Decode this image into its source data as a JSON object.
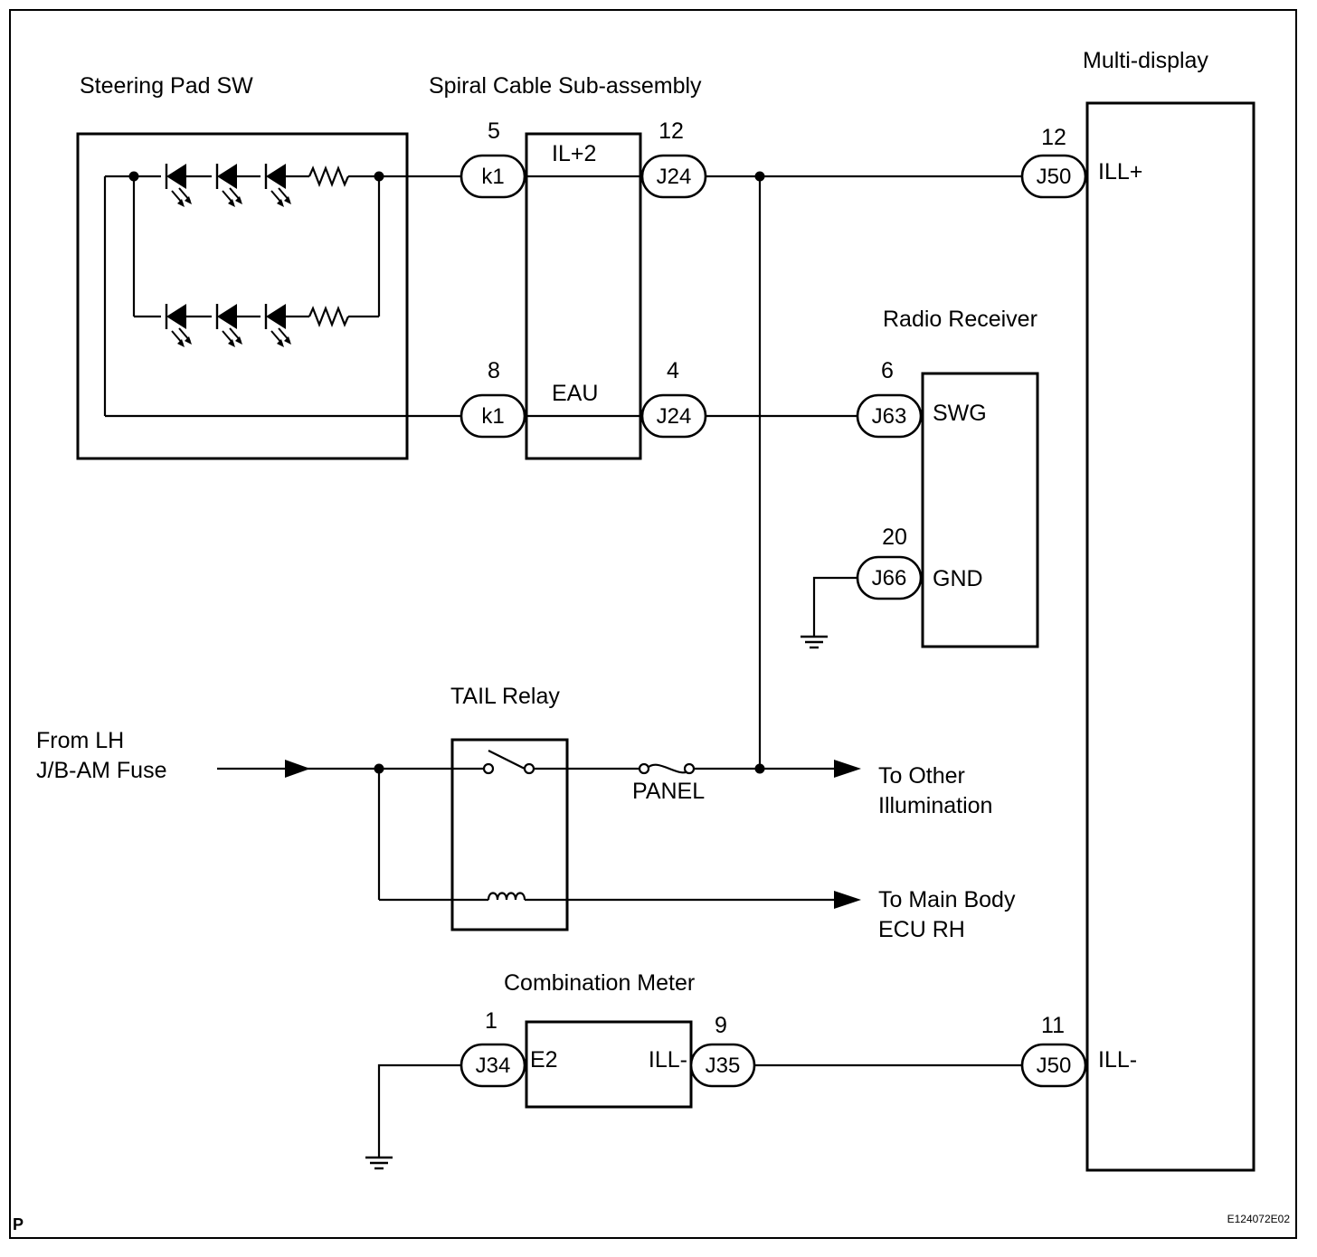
{
  "components": {
    "steering_pad_sw": "Steering Pad SW",
    "spiral_cable": "Spiral Cable Sub-assembly",
    "multi_display": "Multi-display",
    "radio_receiver": "Radio Receiver",
    "tail_relay": "TAIL Relay",
    "combination_meter": "Combination Meter"
  },
  "source": {
    "line1": "From LH",
    "line2": "J/B-AM Fuse"
  },
  "fuse": "PANEL",
  "destinations": {
    "other_illum": {
      "line1": "To Other",
      "line2": "Illumination"
    },
    "main_body": {
      "line1": "To Main Body",
      "line2": "ECU RH"
    }
  },
  "connectors": {
    "k1_top": {
      "code": "k1",
      "pin": "5"
    },
    "k1_bottom": {
      "code": "k1",
      "pin": "8"
    },
    "j24_top": {
      "code": "J24",
      "pin": "12"
    },
    "j24_bottom": {
      "code": "J24",
      "pin": "4"
    },
    "j50_top": {
      "code": "J50",
      "pin": "12"
    },
    "j50_bottom": {
      "code": "J50",
      "pin": "11"
    },
    "j63": {
      "code": "J63",
      "pin": "6"
    },
    "j66": {
      "code": "J66",
      "pin": "20"
    },
    "j34": {
      "code": "J34",
      "pin": "1"
    },
    "j35": {
      "code": "J35",
      "pin": "9"
    }
  },
  "terminals": {
    "il2": "IL+2",
    "eau": "EAU",
    "ill_plus": "ILL+",
    "ill_minus_display": "ILL-",
    "swg": "SWG",
    "gnd": "GND",
    "e2": "E2",
    "ill_minus_meter": "ILL-"
  },
  "corner": {
    "left": "P",
    "right": "E124072E02"
  }
}
